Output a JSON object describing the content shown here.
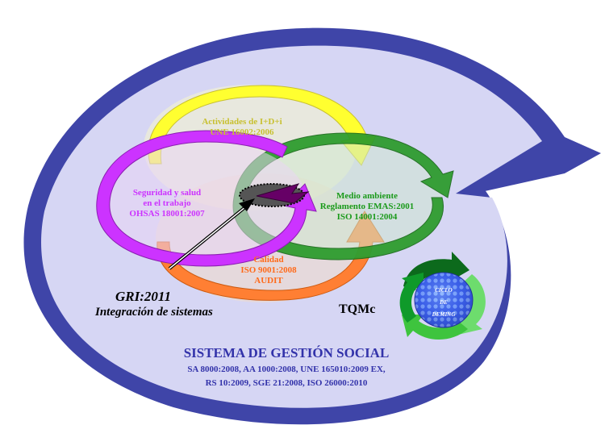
{
  "circles": {
    "id": {
      "line1": "Actividades de I+D+i",
      "line2": "UNE 16002:2006",
      "color": "#c8c030",
      "ring": "#ffff30"
    },
    "safety": {
      "line1": "Seguridad y salud",
      "line2": "en el trabajo",
      "line3": "OHSAS 18001:2007",
      "color": "#cc33ff",
      "ring": "#cc33ff"
    },
    "environment": {
      "line1": "Medio ambiente",
      "line2": "Reglamento EMAS:2001",
      "line3": "ISO 14001:2004",
      "color": "#1a9a1a",
      "ring": "#2a9a2a"
    },
    "quality": {
      "line1": "Calidad",
      "line2": "ISO 9001:2008",
      "line3": "AUDIT",
      "color": "#ff6a1a",
      "ring": "#ff7f33"
    }
  },
  "gri": {
    "title": "GRI:2011",
    "subtitle": "Integración de sistemas"
  },
  "tqm": {
    "label": "TQMc",
    "cycle": {
      "line1": "CICLO",
      "line2": "DE",
      "line3": "DEMING"
    }
  },
  "social": {
    "title": "SISTEMA DE GESTIÓN SOCIAL",
    "line1": "SA 8000:2008, AA 1000:2008, UNE 165010:2009 EX,",
    "line2": "RS 10:2009, SGE 21:2008, ISO 26000:2010",
    "color": "#3333aa"
  },
  "colors": {
    "outer_fill": "#d6d6f4",
    "outer_ring": "#3f45a8",
    "center_ellipse": "#555555",
    "center_arrow": "#660066",
    "deming_ball": "#3a5ee8"
  }
}
